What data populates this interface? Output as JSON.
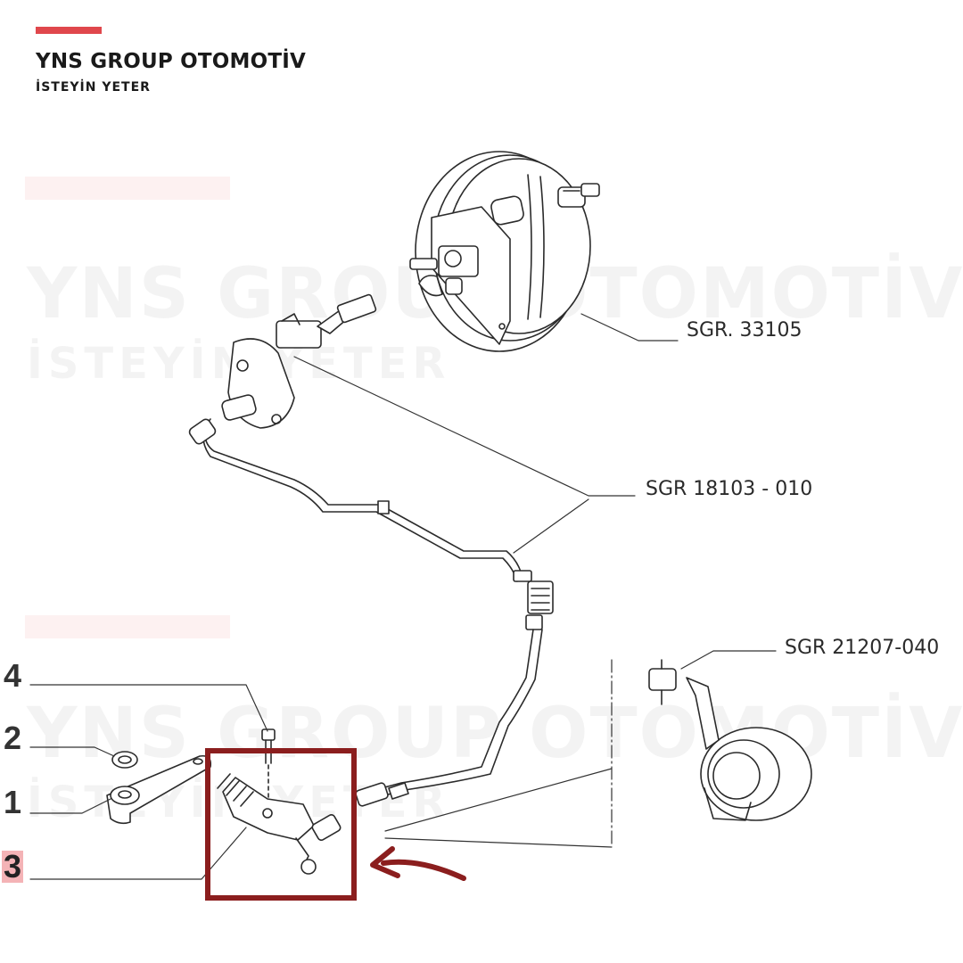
{
  "brand": {
    "name": "YNS GROUP OTOMOTİV",
    "slogan": "İSTEYİN YETER",
    "accent_color": "#e0474c"
  },
  "callouts": [
    {
      "id": "booster",
      "label": "SGR. 33105"
    },
    {
      "id": "hose",
      "label": "SGR 18103 - 010"
    },
    {
      "id": "release-bearing",
      "label": "SGR 21207-040"
    }
  ],
  "part_numbers": [
    {
      "id": "bolt",
      "label": "4"
    },
    {
      "id": "washer",
      "label": "2"
    },
    {
      "id": "lever",
      "label": "1"
    },
    {
      "id": "master-cylinder",
      "label": "3",
      "highlighted": true
    }
  ],
  "highlight": {
    "target": "master-cylinder",
    "box_color": "#8b1e1e",
    "arrow_color": "#8b1e1e"
  }
}
